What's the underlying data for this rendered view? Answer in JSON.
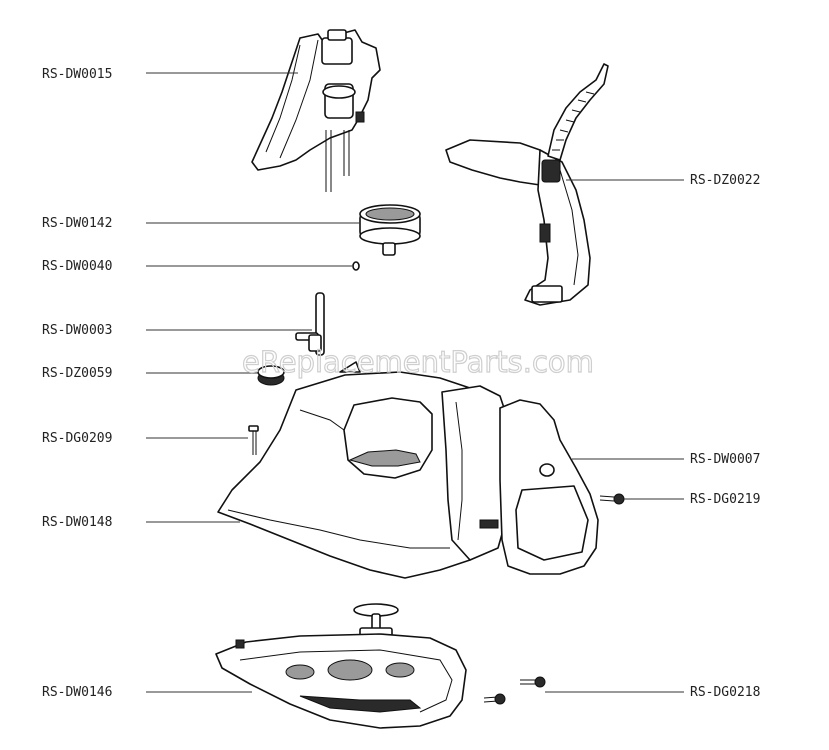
{
  "watermark": "eReplacementParts.com",
  "callouts": [
    {
      "id": "RS-DW0015",
      "label": "RS-DW0015"
    },
    {
      "id": "RS-DW0142",
      "label": "RS-DW0142"
    },
    {
      "id": "RS-DW0040",
      "label": "RS-DW0040"
    },
    {
      "id": "RS-DW0003",
      "label": "RS-DW0003"
    },
    {
      "id": "RS-DZ0059",
      "label": "RS-DZ0059"
    },
    {
      "id": "RS-DG0209",
      "label": "RS-DG0209"
    },
    {
      "id": "RS-DW0148",
      "label": "RS-DW0148"
    },
    {
      "id": "RS-DW0146",
      "label": "RS-DW0146"
    },
    {
      "id": "RS-DZ0022",
      "label": "RS-DZ0022"
    },
    {
      "id": "RS-DW0007",
      "label": "RS-DW0007"
    },
    {
      "id": "RS-DG0219",
      "label": "RS-DG0219"
    },
    {
      "id": "RS-DG0218",
      "label": "RS-DG0218"
    }
  ]
}
